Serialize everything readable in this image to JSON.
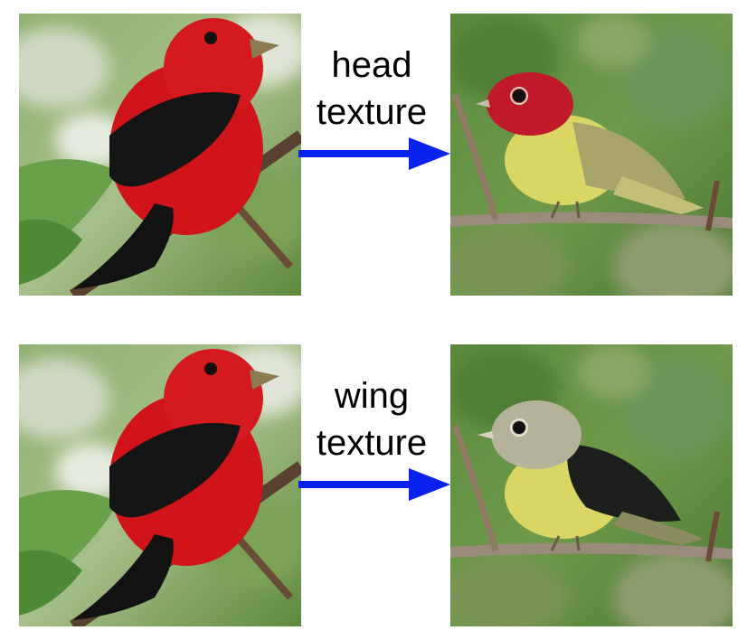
{
  "rows": [
    {
      "label_line1": "head",
      "label_line2": "texture",
      "source_image": "scarlet-tanager-red-black",
      "result_image": "warbler-red-head-yellow-body"
    },
    {
      "label_line1": "wing",
      "label_line2": "texture",
      "source_image": "scarlet-tanager-red-black",
      "result_image": "warbler-gray-head-black-wing"
    }
  ],
  "colors": {
    "arrow": "#0a22ee",
    "tanager_red": "#d0141a",
    "tanager_black": "#151515",
    "warbler_yellow": "#d9d664",
    "warbler_head_red": "#c01a2a",
    "warbler_head_gray": "#b4b39a",
    "foliage_green": "#5b8a3e"
  }
}
